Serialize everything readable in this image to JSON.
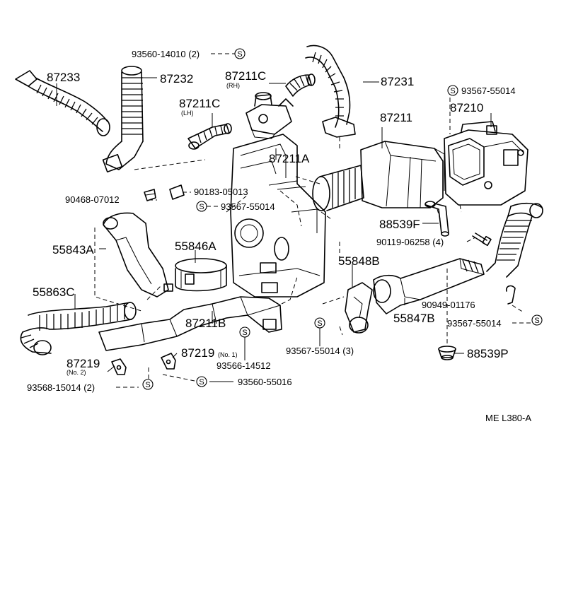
{
  "labels": {
    "p87233": "87233",
    "p87232": "87232",
    "p93560_14010": "93560-14010 (2)",
    "p87211C_rh": "87211C",
    "rh": "(RH)",
    "p87231": "87231",
    "p93567_55014_tr": "93567-55014",
    "p87211C_lh": "87211C",
    "lh": "(LH)",
    "p87211": "87211",
    "p87210": "87210",
    "p87211A": "87211A",
    "p90468_07012": "90468-07012",
    "p90183_05013": "90183-05013",
    "p93567_55014_mid": "93567-55014",
    "p88539F": "88539F",
    "p55843A": "55843A",
    "p55846A": "55846A",
    "p90119_06258": "90119-06258  (4)",
    "p55848B": "55848B",
    "p55863C": "55863C",
    "p90949_01176": "90949-01176",
    "p55847B": "55847B",
    "p93567_55014_r": "93567-55014",
    "p87211B": "87211B",
    "p87219_no1": "87219",
    "no1": "(No. 1)",
    "p93567_55014_3": "93567-55014  (3)",
    "p88539P": "88539P",
    "p93566_14512": "93566-14512",
    "p87219_no2": "87219",
    "no2": "(No. 2)",
    "p93568_15014": "93568-15014  (2)",
    "p93560_55016": "93560-55016",
    "ref": "ME L380-A"
  },
  "symbol": "S"
}
